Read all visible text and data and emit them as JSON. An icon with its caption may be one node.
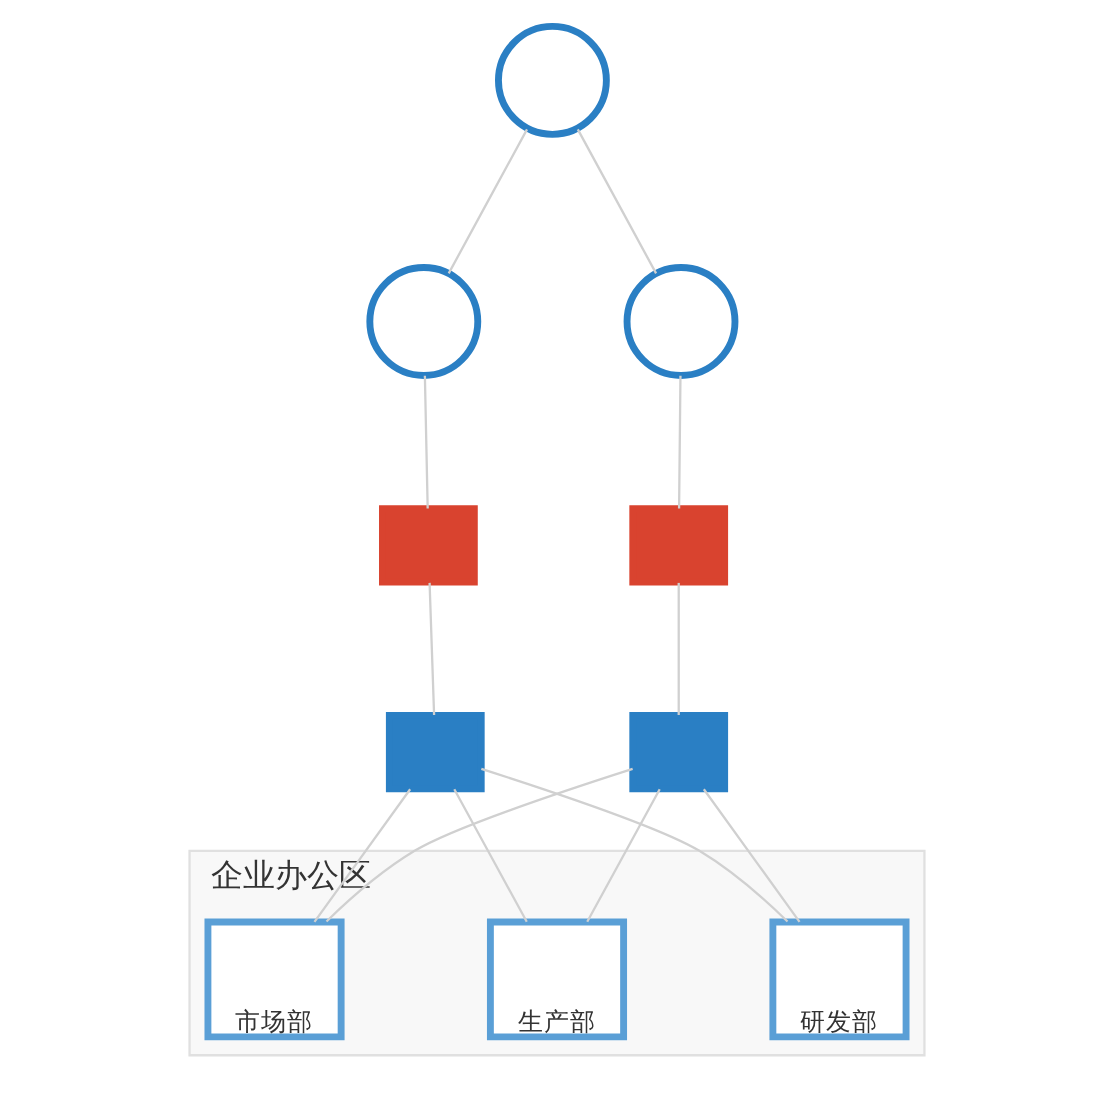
{
  "diagram": {
    "nodes": [
      {
        "text": [],
        "shape": "circle"
      },
      {
        "text": [],
        "shape": "circle"
      },
      {
        "text": [],
        "shape": "circle"
      },
      {
        "text": [],
        "shape": "box"
      },
      {
        "text": [],
        "shape": "box"
      },
      {
        "text": [],
        "shape": "box"
      },
      {
        "text": [],
        "shape": "box"
      },
      {
        "text": [
          "企业办公区"
        ]
      },
      {
        "text": [
          "市场部"
        ],
        "in": 7
      },
      {
        "text": [
          "研发部"
        ],
        "in": 7
      },
      {
        "text": [
          "生产部"
        ],
        "in": 7
      }
    ],
    "edges": [
      {
        "from": 0,
        "to": 1,
        "arrow": "none"
      },
      {
        "from": 0,
        "to": 2,
        "arrow": "none"
      },
      {
        "from": 1,
        "to": 3,
        "arrow": "none"
      },
      {
        "from": 2,
        "to": 4,
        "arrow": "none"
      },
      {
        "from": 3,
        "to": 5,
        "arrow": "none"
      },
      {
        "from": 4,
        "to": 6,
        "arrow": "none"
      },
      {
        "from": 5,
        "to": 8,
        "arrow": "none"
      },
      {
        "from": 5,
        "to": 9,
        "arrow": "none"
      },
      {
        "from": 5,
        "to": 10,
        "arrow": "none"
      },
      {
        "from": 6,
        "to": 8,
        "arrow": "none"
      },
      {
        "from": 6,
        "to": 9,
        "arrow": "none"
      },
      {
        "from": 6,
        "to": 10,
        "arrow": "none"
      }
    ]
  }
}
